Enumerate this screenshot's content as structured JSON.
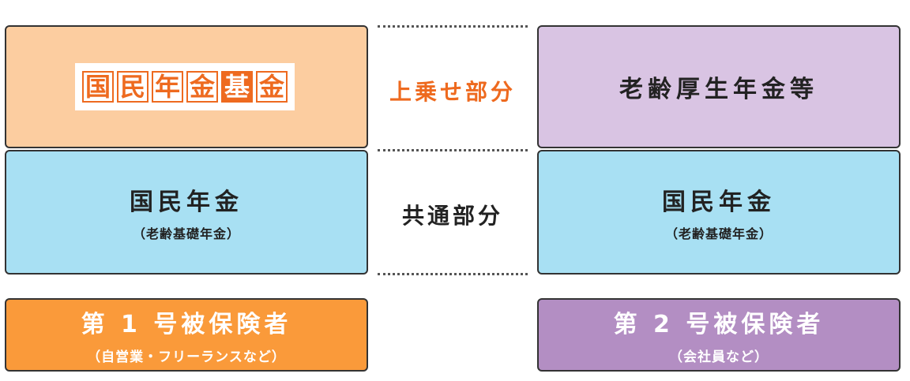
{
  "colors": {
    "upper_left_bg": "#fccda0",
    "upper_right_bg": "#d9c4e3",
    "common_bg": "#a8e0f3",
    "type1_bg": "#fa9a3a",
    "type2_bg": "#b38ec3",
    "accent": "#ee6a1f"
  },
  "logo": {
    "chars": [
      "国",
      "民",
      "年",
      "金",
      "基",
      "金"
    ],
    "filled": [
      false,
      false,
      false,
      false,
      true,
      false
    ]
  },
  "middle": {
    "upper_label": "上乗せ部分",
    "common_label": "共通部分"
  },
  "upper_right": {
    "text": "老齢厚生年金等"
  },
  "common_left": {
    "title": "国民年金",
    "subtitle": "（老齢基礎年金）"
  },
  "common_right": {
    "title": "国民年金",
    "subtitle": "（老齢基礎年金）"
  },
  "type1": {
    "title": "第 1 号被保険者",
    "subtitle": "（自営業・フリーランスなど）"
  },
  "type2": {
    "title": "第 2 号被保険者",
    "subtitle": "（会社員など）"
  }
}
